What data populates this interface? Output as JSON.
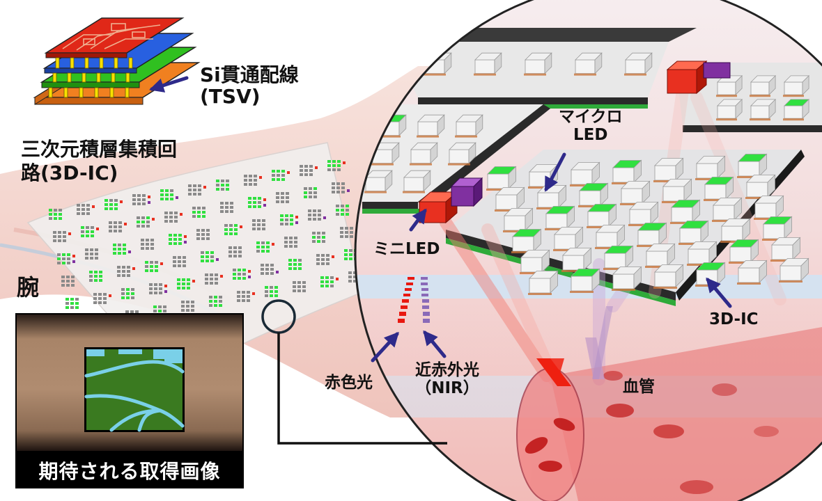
{
  "labels": {
    "tsv": "Si貫通配線\n(TSV)",
    "ic3d_top": "三次元積層集積回\n路(3D-IC)",
    "micro_led": "マイクロ\nLED",
    "mini_led": "ミニLED",
    "ic3d": "3D-IC",
    "wrist": "腕",
    "red_light": "赤色光",
    "nir": "近赤外光\n（NIR）",
    "vessel": "血管",
    "caption": "期待される取得画像"
  },
  "colors": {
    "arrow": "#2e2a8a",
    "skin": "#f4d0c8",
    "pcb_red": "#e02818",
    "pcb_blue": "#2860e0",
    "pcb_green": "#30c020",
    "pcb_orange": "#f08020",
    "tsv_yellow": "#f8e000",
    "led_green": "#30e040",
    "mini_led_red": "#e83020",
    "mini_led_purple": "#8030a0",
    "vessel_image_green": "#3a7a20",
    "vessel_image_cyan": "#7ad0e8"
  }
}
